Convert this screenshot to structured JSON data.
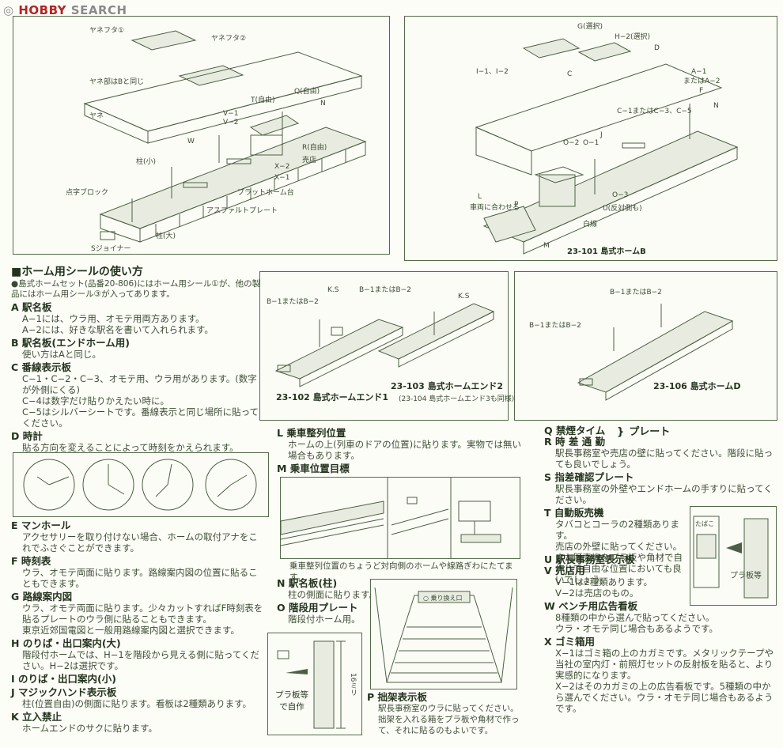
{
  "logo": {
    "brand": "HOBBY",
    "word": "SEARCH"
  },
  "fig1": {
    "labels": [
      "ヤネフタ①",
      "ヤネフタ②",
      "ヤネ部はBと同じ",
      "ヤネ",
      "Q(自由)",
      "N",
      "T(自由)",
      "V−1",
      "V−2",
      "W",
      "R(自由)",
      "売店",
      "X−2",
      "X−1",
      "柱(小)",
      "点字ブロック",
      "プラットホーム台",
      "アスファルトプレート",
      "柱(大)",
      "Sジョイナー"
    ]
  },
  "fig2": {
    "labels": [
      "G(選択)",
      "H−2(選択)",
      "D",
      "I−1、I−2",
      "C",
      "A−1",
      "またはA−2",
      "F",
      "N",
      "C−1またはC−3、C−5",
      "O−2",
      "O−1",
      "J",
      "L",
      "車両に合わせる",
      "P",
      "O−3",
      "U(反対側も)",
      "白線",
      "M"
    ],
    "caption": "23-101 島式ホームB"
  },
  "seal": {
    "title": "ホーム用シールの使い方",
    "intro": "●島式ホームセット(品番20-806)にはホーム用シール①が、他の製品にはホーム用シール③が入ってあります。",
    "items": [
      {
        "head": "A 駅名板",
        "body": [
          "A−1には、ウラ用、オモテ用両方あります。",
          "A−2には、好きな駅名を書いて入れられます。"
        ]
      },
      {
        "head": "B 駅名板(エンドホーム用)",
        "body": [
          "使い方はAと同じ。"
        ]
      },
      {
        "head": "C 番線表示板",
        "body": [
          "C−1・C−2・C−3、オモテ用、ウラ用があります。(数字が外側にくる)",
          "C−4は数字だけ貼りかえたい時に。",
          "C−5はシルバーシートです。番線表示と同じ場所に貼ってください。"
        ]
      },
      {
        "head": "D 時計",
        "body": [
          "貼る方向を変えることによって時刻をかえられます。"
        ]
      }
    ],
    "items2": [
      {
        "head": "E マンホール",
        "body": [
          "アクセサリーを取り付けない場合、ホームの取付アナをこれでふさぐことができます。"
        ]
      },
      {
        "head": "F 時刻表",
        "body": [
          "ウラ、オモテ両面に貼ります。路線案内図の位置に貼ることもできます。"
        ]
      },
      {
        "head": "G 路線案内図",
        "body": [
          "ウラ、オモテ両面に貼ります。少々カットすればF時刻表を貼るプレートのウラ側に貼ることもできます。",
          "東京近郊国電図と一般用路線案内図と選択できます。"
        ]
      },
      {
        "head": "H のりば・出口案内(大)",
        "body": [
          "階段付ホームでは、H−1を階段から見える側に貼ってください。H−2は選択です。"
        ]
      },
      {
        "head": "I のりば・出口案内(小)",
        "body": []
      },
      {
        "head": "J マジックハンド表示板",
        "body": [
          "柱(位置自由)の側面に貼ります。看板は2種類あります。"
        ]
      },
      {
        "head": "K 立入禁止",
        "body": [
          "ホームエンドのサクに貼ります。"
        ]
      }
    ]
  },
  "fig3": {
    "labels": [
      "K.S",
      "B−1またはB−2",
      "B−1またはB−2",
      "K.S"
    ],
    "caption1": "23-102 島式ホームエンド1",
    "caption2": "23-103 島式ホームエンド2",
    "caption2b": "(23-104 島式ホームエンド3も同様)"
  },
  "fig4": {
    "labels": [
      "B−1またはB−2",
      "B−1またはB−2"
    ],
    "caption": "23-106 島式ホームD"
  },
  "mid": {
    "L": {
      "head": "L 乗車整列位置",
      "body": [
        "ホームの上(列車のドアの位置)に貼ります。実物では無い場合もあります。"
      ]
    },
    "M": {
      "head": "M 乗車位置目標",
      "caption": "乗車整列位置のちょうど対向側のホームや線路ぎわにたてます。"
    },
    "N": {
      "head": "N 駅名板(柱)",
      "body": [
        "柱の側面に貼ります。"
      ]
    },
    "O": {
      "head": "O 階段用プレート",
      "body": [
        "階段付ホーム用。"
      ]
    },
    "P": {
      "head": "P 拙架表示板",
      "body": [
        "駅長事務室のウラに貼ってください。",
        "拙架を入れる箱をプラ板や角材で作って、それに貼るのもよいです。"
      ]
    },
    "pla": {
      "label": "プラ板等で自作",
      "dim": "16ミリ"
    },
    "stairs_sign": "○ 乗り換え口"
  },
  "right": {
    "QR": {
      "head_q": "Q 禁煙タイム",
      "head_r": "R 時 差 通 勤",
      "brace": "プレート",
      "body": [
        "駅長事務室や売店の壁に貼ってください。階段に貼っても良いでしょう。"
      ]
    },
    "S": {
      "head": "S 指差確認プレート",
      "body": [
        "駅長事務室の外壁やエンドホームの手すりに貼ってください。"
      ]
    },
    "T": {
      "head": "T 自動販売機",
      "body": [
        "タバコとコーラの2種類あります。",
        "売店の外壁に貼ってください。また販売機をプラ板や角材で自作して自由な位置においても良いでしょう。"
      ]
    },
    "vending": {
      "top": "たばこ",
      "label": "プラ板等"
    },
    "U": {
      "head": "U 駅長事務室表示板",
      "body": []
    },
    "V": {
      "head": "V 売店用",
      "body": [
        "V−1は2種類あります。",
        "V−2は売店のもの。"
      ]
    },
    "W": {
      "head": "W ベンチ用広告看板",
      "body": [
        "8種類の中から選んで貼ってください。",
        "ウラ・オモテ同じ場合もあるようです。"
      ]
    },
    "X": {
      "head": "X ゴミ箱用",
      "body": [
        "X−1はゴミ箱の上のカガミです。メタリックテープや当社の室内灯・前照灯セットの反射板を貼ると、より実感的になります。",
        "X−2はそのカガミの上の広告看板です。5種類の中から選んでください。ウラ・オモテ同じ場合もあるようです。"
      ]
    }
  }
}
